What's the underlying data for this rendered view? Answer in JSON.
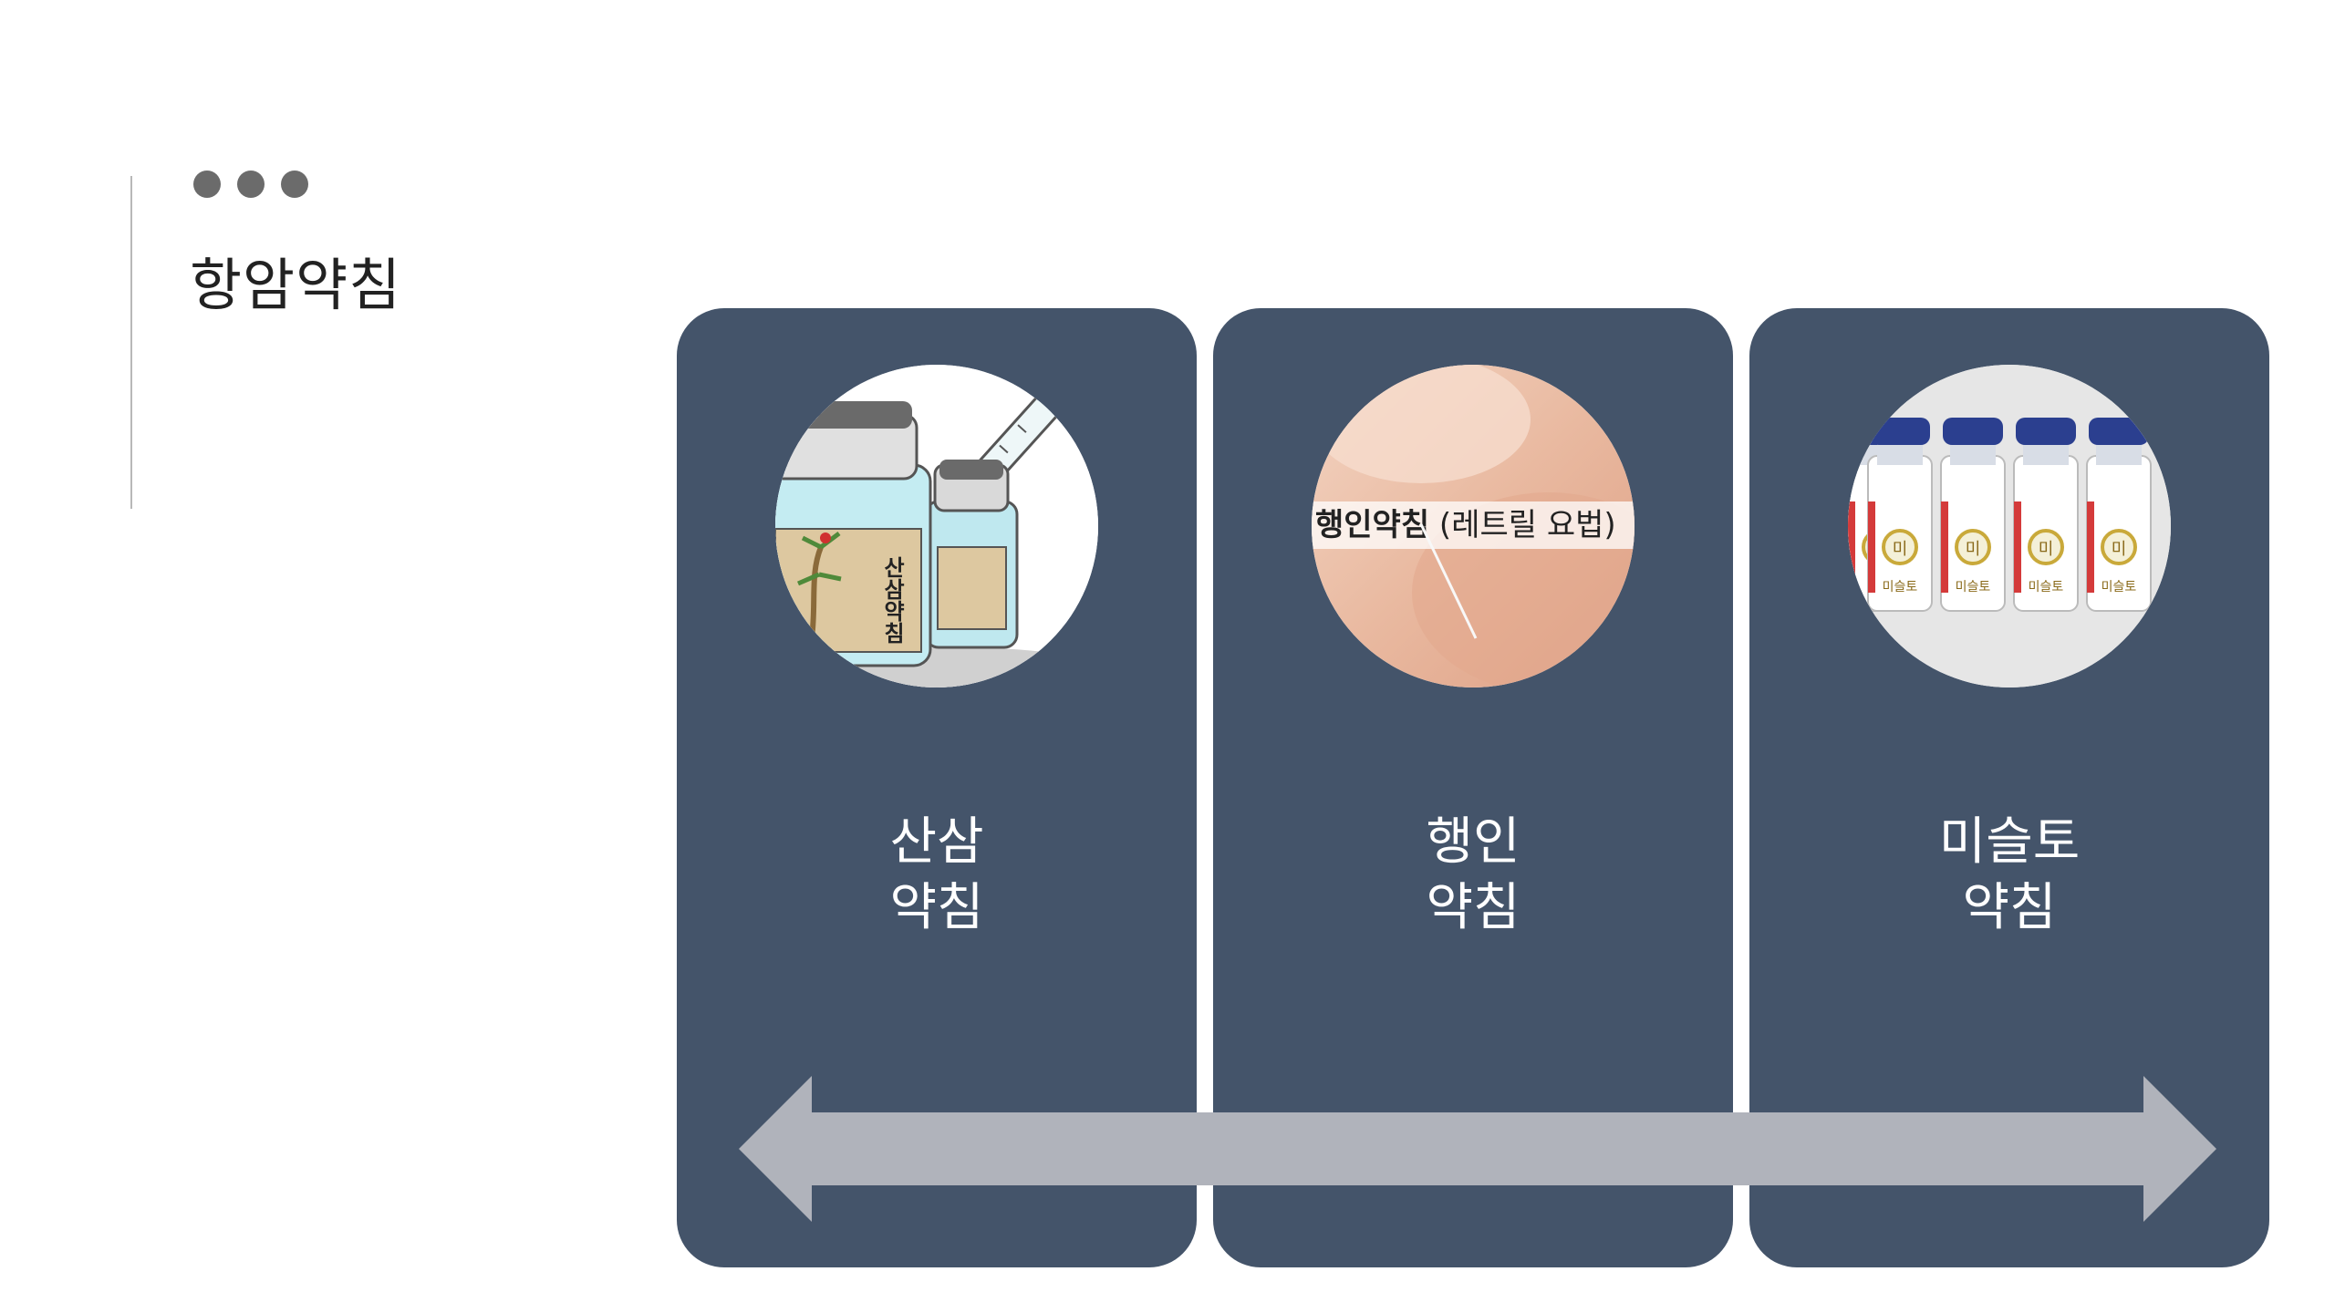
{
  "slide": {
    "title": "항암약침"
  },
  "cards": [
    {
      "label_line1": "산삼",
      "label_line2": "약침",
      "image_icon": "ginseng-pharmacopuncture-jar-icon",
      "jar_text": "산삼약침"
    },
    {
      "label_line1": "행인",
      "label_line2": "약침",
      "image_icon": "acupuncture-needle-photo",
      "photo_caption_bold": "행인약침",
      "photo_caption_rest": " (레트릴 요법)"
    },
    {
      "label_line1": "미슬토",
      "label_line2": "약침",
      "image_icon": "mistletoe-vials-photo",
      "vial_text": "미슬토",
      "vial_seal": "미"
    }
  ],
  "colors": {
    "card": "#44546a",
    "arrow": "#b0b3bb",
    "dots": "#6b6b6b",
    "title": "#222222"
  },
  "decor": {
    "arrow_icon": "double-headed-arrow-icon"
  }
}
